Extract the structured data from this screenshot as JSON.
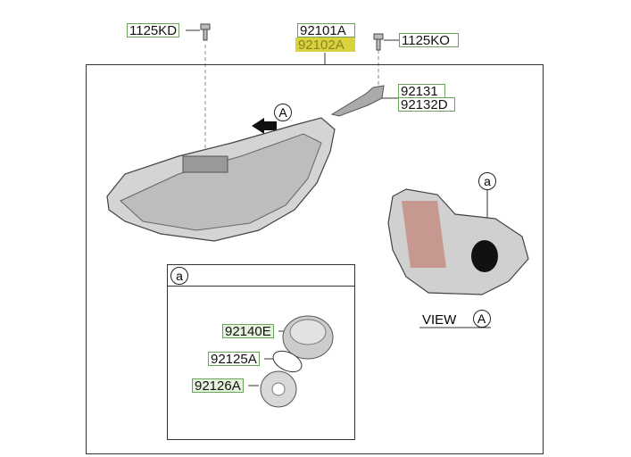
{
  "parts": {
    "bolt_left": "1125KD",
    "assembly_lh": "92101A",
    "assembly_rh": "92102A",
    "bolt_right": "1125KO",
    "bracket_1": "92131",
    "bracket_2": "92132D",
    "cap": "92140E",
    "gasket": "92125A",
    "retainer": "92126A"
  },
  "markers": {
    "view_marker": "A",
    "detail_marker": "a",
    "inset_marker": "a",
    "view_label": "VIEW",
    "view_letter": "A"
  },
  "colors": {
    "highlight": "#d9d23c",
    "label_border": "#6aa35a"
  }
}
